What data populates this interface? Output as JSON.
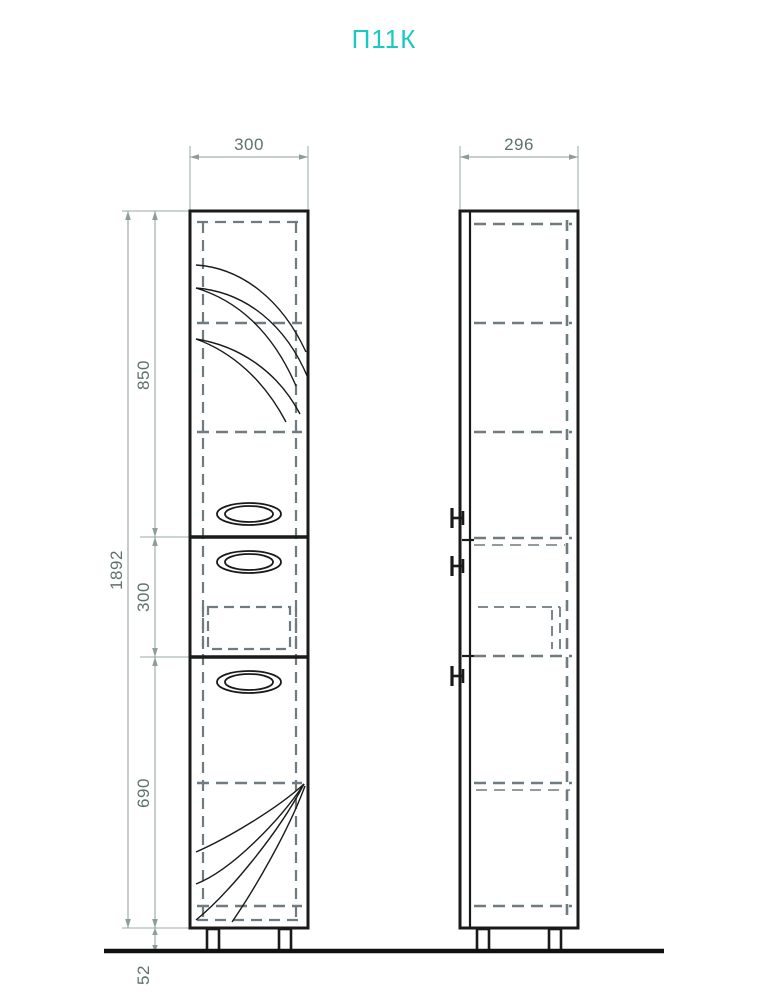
{
  "title": {
    "label": "П11К",
    "color": "#1ac9c0"
  },
  "colors": {
    "outline": "#1a1a1a",
    "hidden_line": "#6f7b80",
    "dimension": "#6f8078",
    "dimension_text": "#5e7268",
    "floor": "#111111",
    "background": "#ffffff"
  },
  "drawing_type": "furniture-elevation-and-side-view",
  "views": [
    {
      "name": "front-view",
      "label": "front-elevation",
      "width_dimension": "300"
    },
    {
      "name": "side-view",
      "label": "side-elevation",
      "width_dimension": "296"
    }
  ],
  "dimensions": {
    "width_front": "300",
    "width_side": "296",
    "upper_door_height": "850",
    "total_height": "1892",
    "drawer_height": "300",
    "lower_door_height": "690",
    "leg_height": "52"
  },
  "components": {
    "upper_door": "upper-door-panel",
    "drawer": "center-drawer",
    "lower_door": "lower-door-panel",
    "handles": [
      "oval-handle-upper",
      "oval-handle-drawer",
      "oval-handle-lower"
    ],
    "legs": [
      "leg-left",
      "leg-right"
    ],
    "shelves": [
      "shelf-1",
      "shelf-2",
      "shelf-3",
      "shelf-4"
    ],
    "decor": [
      "frond-decor-upper",
      "frond-decor-lower"
    ]
  }
}
